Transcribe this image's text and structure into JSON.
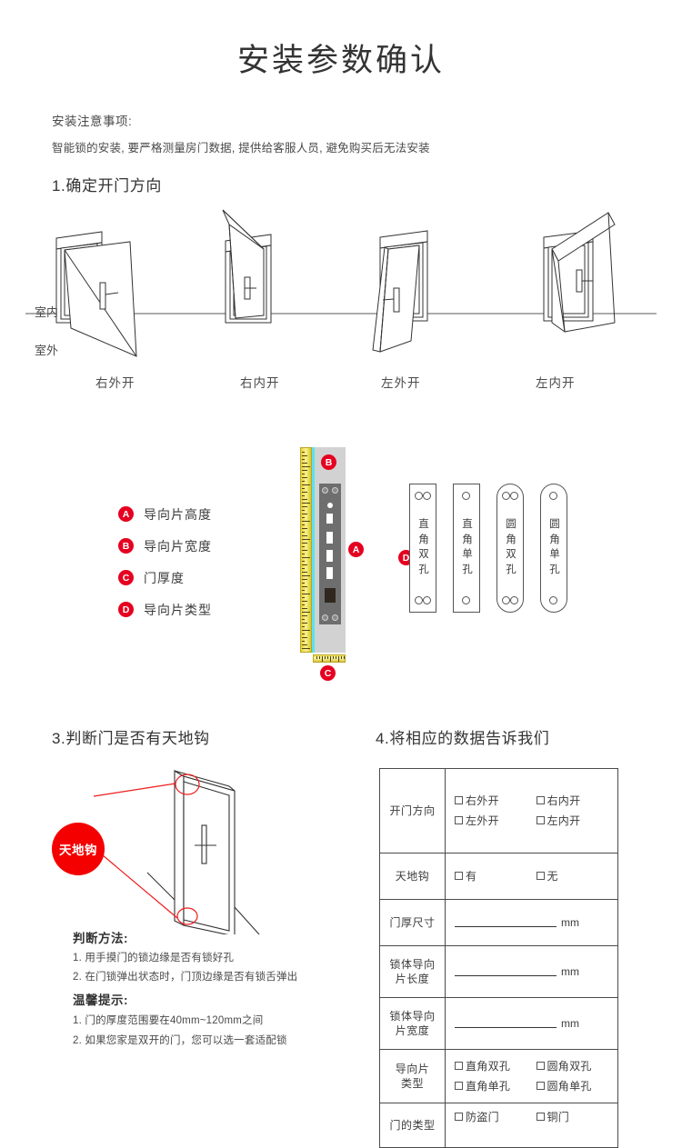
{
  "title": "安装参数确认",
  "notice": {
    "heading": "安装注意事项:",
    "body": "智能锁的安装, 要严格测量房门数据, 提供给客服人员, 避免购买后无法安装"
  },
  "sections": {
    "s1": "1.确定开门方向",
    "s3": "3.判断门是否有天地钩",
    "s4": "4.将相应的数据告诉我们"
  },
  "door_diagram": {
    "inside_label": "室内",
    "outside_label": "室外",
    "captions": [
      "右外开",
      "右内开",
      "左外开",
      "左内开"
    ]
  },
  "legend": [
    {
      "mark": "A",
      "label": "导向片高度"
    },
    {
      "mark": "B",
      "label": "导向片宽度"
    },
    {
      "mark": "C",
      "label": "门厚度"
    },
    {
      "mark": "D",
      "label": "导向片类型"
    }
  ],
  "strip_markers": {
    "a": "A",
    "b": "B",
    "c": "C",
    "d": "D"
  },
  "plate_types": [
    {
      "name": "直角双孔",
      "chars": [
        "直",
        "角",
        "双",
        "孔"
      ],
      "round": false,
      "double": true
    },
    {
      "name": "直角单孔",
      "chars": [
        "直",
        "角",
        "单",
        "孔"
      ],
      "round": false,
      "double": false
    },
    {
      "name": "圆角双孔",
      "chars": [
        "圆",
        "角",
        "双",
        "孔"
      ],
      "round": true,
      "double": true
    },
    {
      "name": "圆角单孔",
      "chars": [
        "圆",
        "角",
        "单",
        "孔"
      ],
      "round": true,
      "double": false
    }
  ],
  "bubble_label": "天地钩",
  "method": {
    "heading": "判断方法:",
    "items": [
      "1. 用手摸门的锁边缘是否有锁好孔",
      "2. 在门锁弹出状态时，门顶边缘是否有锁舌弹出"
    ]
  },
  "tips": {
    "heading": "温馨提示:",
    "items": [
      "1. 门的厚度范围要在40mm~120mm之间",
      "2. 如果您家是双开的门，您可以选一套适配锁"
    ]
  },
  "form_table": {
    "rows": [
      {
        "key": "开门方向",
        "type": "options",
        "options": [
          "右外开",
          "右内开",
          "左外开",
          "左内开"
        ]
      },
      {
        "key": "天地钩",
        "type": "options",
        "options": [
          "有",
          "无"
        ]
      },
      {
        "key": "门厚尺寸",
        "type": "blank",
        "unit": "mm"
      },
      {
        "key": "锁体导向\n片长度",
        "key_lines": [
          "锁体导向",
          "片长度"
        ],
        "type": "blank",
        "unit": "mm"
      },
      {
        "key": "锁体导向\n片宽度",
        "key_lines": [
          "锁体导向",
          "片宽度"
        ],
        "type": "blank",
        "unit": "mm"
      },
      {
        "key": "导向片\n类型",
        "key_lines": [
          "导向片",
          "类型"
        ],
        "type": "options",
        "options": [
          "直角双孔",
          "圆角双孔",
          "直角单孔",
          "圆角单孔"
        ]
      },
      {
        "key": "门的类型",
        "type": "options",
        "options": [
          "防盗门",
          "铜门"
        ]
      }
    ]
  },
  "colors": {
    "marker_red": "#e60020",
    "bubble_red": "#f40000",
    "text": "#3c3c3c",
    "line": "#4a4a4a"
  }
}
